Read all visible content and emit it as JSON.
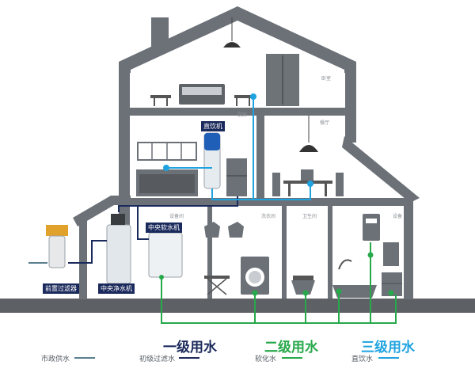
{
  "rooms": {
    "bedroom": "卧室",
    "kitchen": "厨房",
    "dining": "餐厅",
    "equipment": "设备间",
    "laundry": "洗衣间",
    "bathroom": "卫生间",
    "utility": "设备"
  },
  "devices": {
    "dispenser": "直饮机",
    "softener": "中央软水机",
    "purifier": "中央净水机",
    "prefilter": "前置过滤器"
  },
  "levels": {
    "level1": "一级用水",
    "level2": "二级用水",
    "level3": "三级用水"
  },
  "legend": {
    "municipal": "市政供水",
    "prefilter_water": "初级过滤水",
    "soft_water": "软化水",
    "drinking_water": "直饮水"
  },
  "colors": {
    "municipal": "#5b7f8e",
    "level1": "#1b2a5c",
    "level2": "#27a84a",
    "level3": "#1fa3e0",
    "wall": "#6b7177"
  }
}
